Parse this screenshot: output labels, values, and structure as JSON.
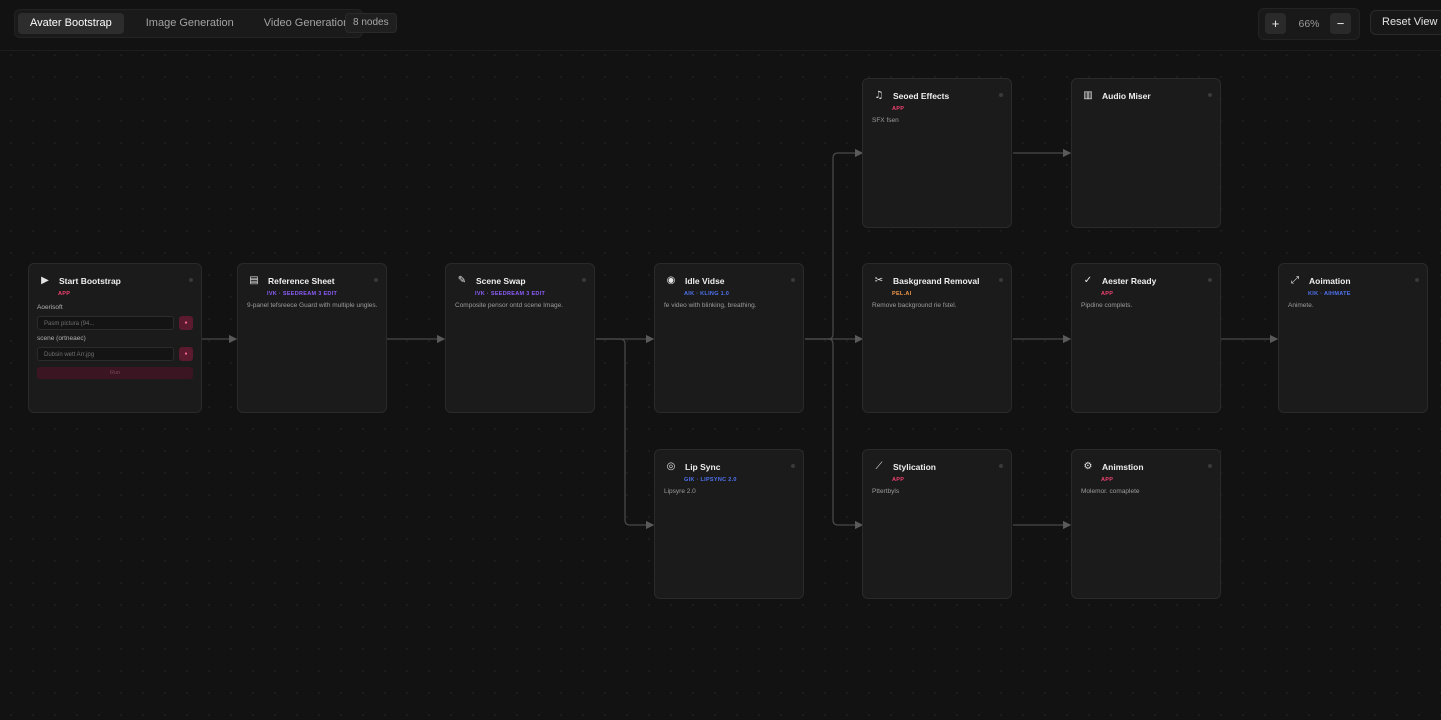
{
  "header": {
    "tabs": [
      "Avater Bootstrap",
      "Image Generation",
      "Video Generation"
    ],
    "node_count": "8 nodes",
    "zoom_in": "+",
    "zoom_level": "66%",
    "zoom_out": "−",
    "reset_view": "Reset View"
  },
  "colors": {
    "app": "#f0416d",
    "purple": "#8b5cf6",
    "blue": "#4f73f0",
    "orange": "#f0974a",
    "edge": "#4a4a4a"
  },
  "nodes": {
    "start": {
      "icon": "▶",
      "title": "Start Bootstrap",
      "badge": "APP",
      "field1_label": "Aoerisoft",
      "field1_placeholder": "Pasm pictura (94...",
      "field1_btn": "●",
      "field2_label": "scene (ortneaec)",
      "field2_placeholder": "Dubsin wett Arr.jpg",
      "field2_btn": "●",
      "run": "Run"
    },
    "reference": {
      "icon": "▤",
      "title": "Reference Sheet",
      "badge": "IVK · SEEDREAM 3 EDIT",
      "desc": "9-panel tefsreece Guard with multiple ungles."
    },
    "scene": {
      "icon": "✎",
      "title": "Scene Swap",
      "badge": "IVK · SEEDREAM 3 EDIT",
      "desc": "Composite pensor ontd scene Image."
    },
    "idle": {
      "icon": "◉",
      "title": "Idle Vidse",
      "badge": "AIK · KLING 1.0",
      "desc": "fe video with blinking, breathing."
    },
    "lipsync": {
      "icon": "◎",
      "title": "Lip Sync",
      "badge": "GIK · LIPSYNC 2.0",
      "desc": "Lipsyre 2.0"
    },
    "sound": {
      "icon": "♫",
      "title": "Seoed Effects",
      "badge": "APP",
      "desc": "SFX fsen"
    },
    "bgremoval": {
      "icon": "✂",
      "title": "Baskgreand Removal",
      "badge": "PEL.AI",
      "desc": "Remove background rie fstel."
    },
    "stylization": {
      "icon": "⟋",
      "title": "Stylication",
      "badge": "APP",
      "desc": "Pttertbyls"
    },
    "mixer": {
      "icon": "▥",
      "title": "Audio Miser"
    },
    "ready": {
      "icon": "✓",
      "title": "Aester Ready",
      "badge": "APP",
      "desc": "Pipdine complets."
    },
    "animstion": {
      "icon": "⚙",
      "title": "Animstion",
      "badge": "APP",
      "desc": "Molemor. comaplete"
    },
    "animation": {
      "icon": "⤢",
      "title": "Aoimation",
      "badge": "KIK · AIHMATE",
      "desc": "Animete."
    }
  }
}
